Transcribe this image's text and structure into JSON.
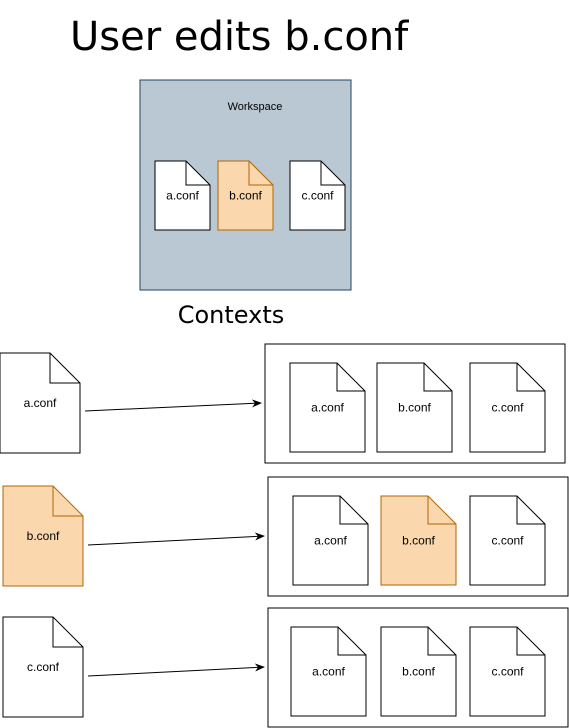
{
  "title": "User edits b.conf",
  "workspace": {
    "label": "Workspace",
    "files": [
      {
        "name": "a.conf",
        "edited": false
      },
      {
        "name": "b.conf",
        "edited": true
      },
      {
        "name": "c.conf",
        "edited": false
      }
    ]
  },
  "contexts_label": "Contexts",
  "contexts": [
    {
      "source": {
        "name": "a.conf",
        "edited": false
      },
      "files": [
        {
          "name": "a.conf",
          "edited": false
        },
        {
          "name": "b.conf",
          "edited": false
        },
        {
          "name": "c.conf",
          "edited": false
        }
      ]
    },
    {
      "source": {
        "name": "b.conf",
        "edited": true
      },
      "files": [
        {
          "name": "a.conf",
          "edited": false
        },
        {
          "name": "b.conf",
          "edited": true
        },
        {
          "name": "c.conf",
          "edited": false
        }
      ]
    },
    {
      "source": {
        "name": "c.conf",
        "edited": false
      },
      "files": [
        {
          "name": "a.conf",
          "edited": false
        },
        {
          "name": "b.conf",
          "edited": false
        },
        {
          "name": "c.conf",
          "edited": false
        }
      ]
    }
  ],
  "colors": {
    "workspace_fill": "#bac8d3",
    "workspace_stroke": "#23445d",
    "edited_fill": "#fad7ac",
    "edited_stroke": "#b46504",
    "file_fill": "#ffffff",
    "file_stroke": "#000000"
  }
}
